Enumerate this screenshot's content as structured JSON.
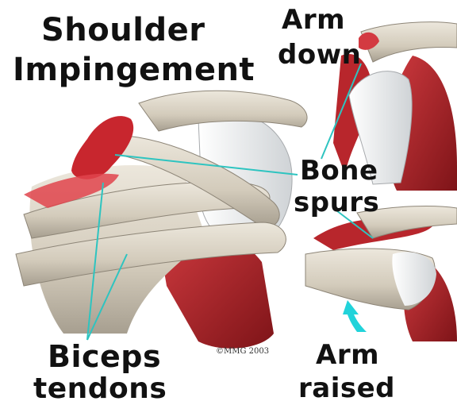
{
  "title": {
    "line1": "Shoulder",
    "line2": "Impingement"
  },
  "labels": {
    "arm_down": {
      "line1": "Arm",
      "line2": "down"
    },
    "bone_spurs": {
      "line1": "Bone",
      "line2": "spurs"
    },
    "biceps_tendons": {
      "line1": "Biceps",
      "line2": "tendons"
    },
    "arm_raised": {
      "line1": "Arm",
      "line2": "raised"
    }
  },
  "copyright": "©MMG 2003",
  "colors": {
    "bone": "#d9d2c4",
    "bone_shadow": "#9f9789",
    "cartilage": "#f1f2f3",
    "muscle": "#b8262c",
    "muscle_dark": "#7e1418",
    "inflamed": "#e0444c",
    "pointer": "#2ec4c0",
    "arrow": "#21d3da",
    "text": "#111111"
  },
  "icons": [
    "arrow-up-icon"
  ]
}
